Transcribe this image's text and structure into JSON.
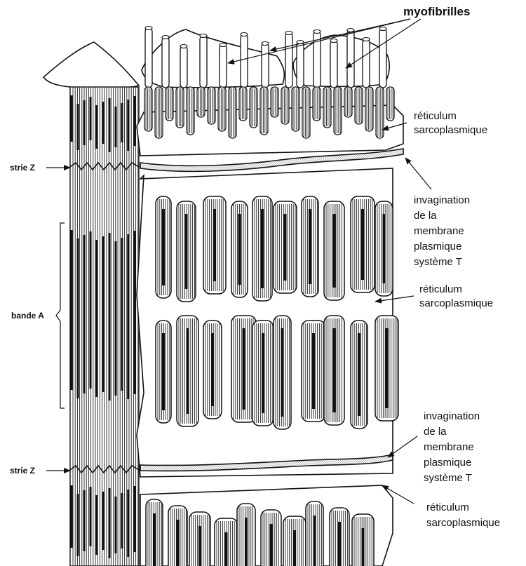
{
  "labels": {
    "myofibrils": "myofibrilles",
    "reticulum_top_1": "réticulum",
    "reticulum_top_2": "sarcoplasmique",
    "invag1_1": "invagination",
    "invag1_2": "de la",
    "invag1_3": "membrane",
    "invag1_4": "plasmique",
    "invag1_5": "système T",
    "reticulum_mid_1": "réticulum",
    "reticulum_mid_2": "sarcoplasmique",
    "invag2_1": "invagination",
    "invag2_2": "de la",
    "invag2_3": "membrane",
    "invag2_4": "plasmique",
    "invag2_5": "système T",
    "reticulum_bot_1": "réticulum",
    "reticulum_bot_2": "sarcoplasmique",
    "strie_z_top": "strie Z",
    "bande_a": "bande A",
    "strie_z_bottom": "strie Z"
  },
  "colors": {
    "ink": "#111111",
    "stipple": "#333333",
    "background": "#ffffff"
  }
}
